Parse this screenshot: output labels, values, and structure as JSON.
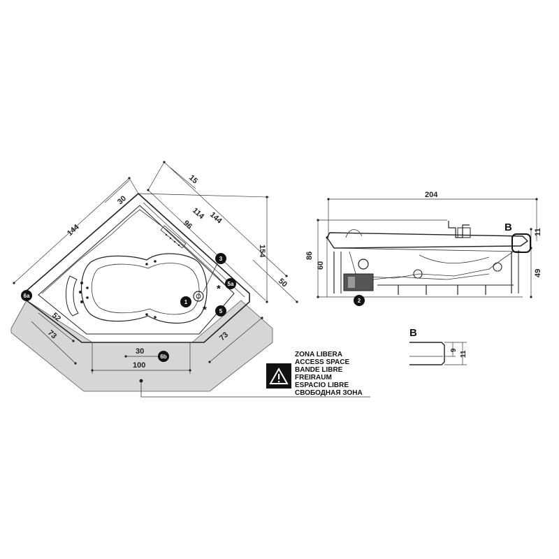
{
  "plan": {
    "dims": {
      "d144_left": "144",
      "d30_top": "30",
      "d15": "15",
      "d114": "114",
      "d144_right": "144",
      "d96": "96",
      "d154": "154",
      "d50": "50",
      "d52": "52",
      "d73_left": "73",
      "d73_right": "73",
      "d30_bottom": "30",
      "d100": "100"
    },
    "badges": {
      "b1": "1",
      "b3": "3",
      "b5": "5",
      "b5a": "5a",
      "b6a": "6a",
      "b6b": "6b"
    },
    "asterisk": "*"
  },
  "side": {
    "dims": {
      "d204": "204",
      "d86": "86",
      "d60": "60",
      "d11": "11",
      "d49": "49"
    },
    "badge2": "2",
    "detail_ref": "B"
  },
  "detail": {
    "title": "B",
    "d9": "9",
    "d11": "11"
  },
  "access_zone": {
    "lines": [
      "ZONA LIBERA",
      "ACCESS SPACE",
      "BANDE LIBRE",
      "FREIRAUM",
      "ESPACIO LIBRE",
      "СВОБОДНАЯ ЗОНА"
    ],
    "icon": "warning-triangle-icon"
  }
}
